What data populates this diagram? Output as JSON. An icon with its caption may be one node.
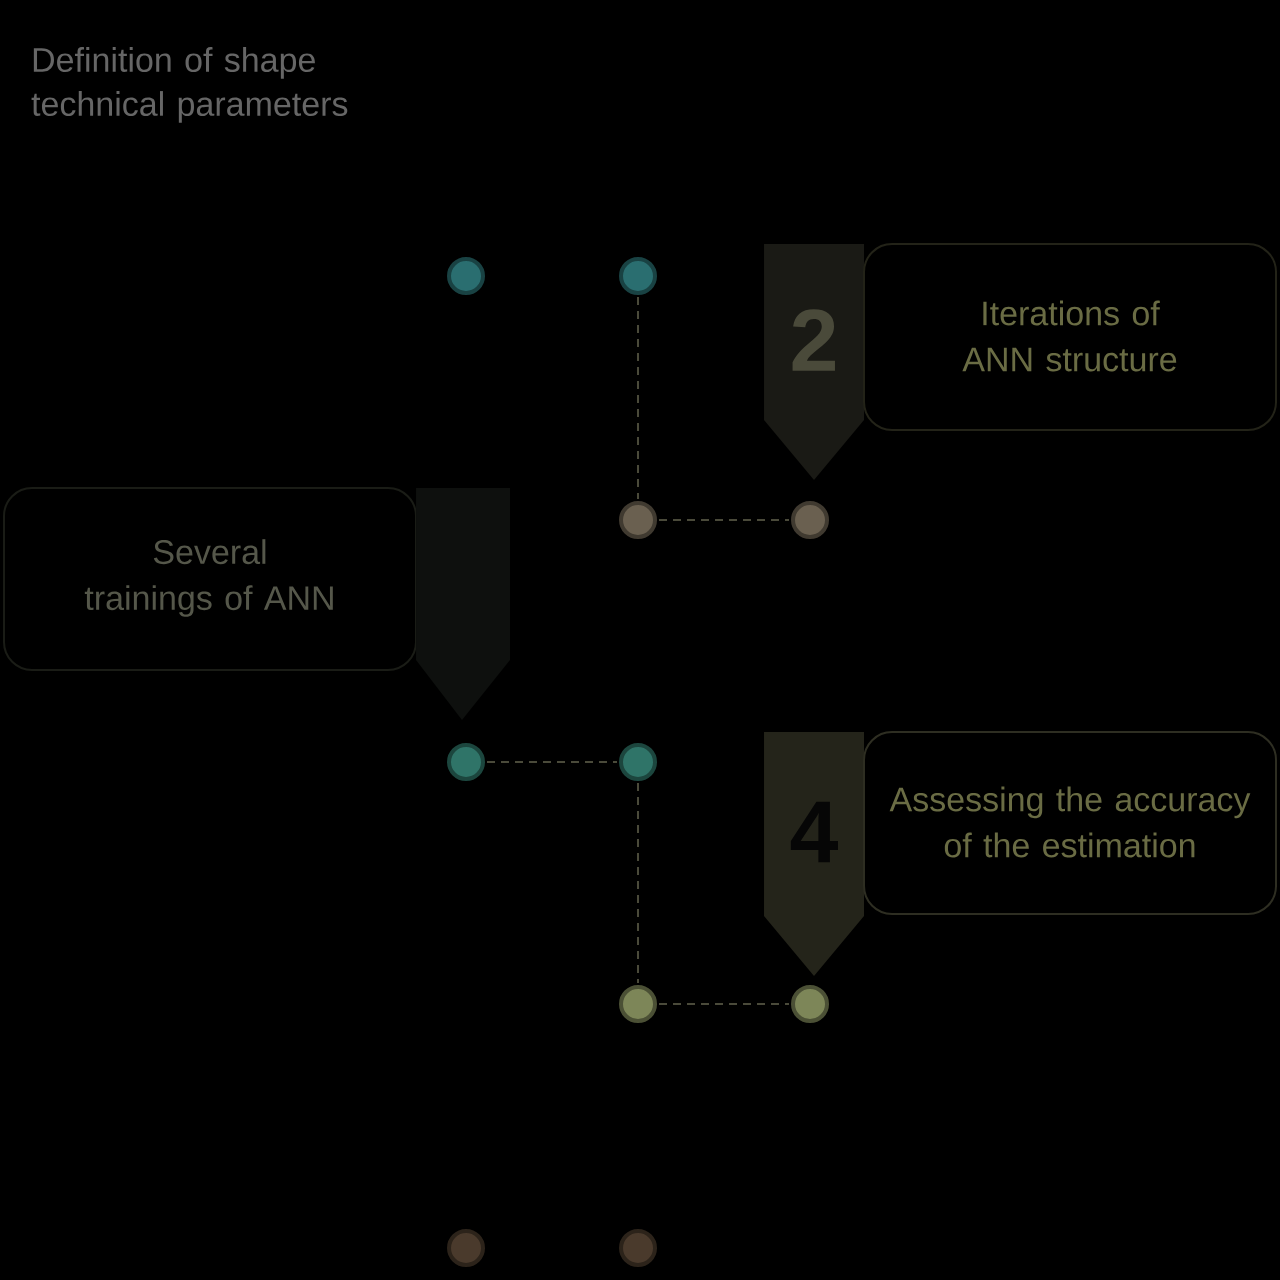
{
  "diagram": {
    "nodes": [
      {
        "text": [],
        "shape": "circle"
      },
      {
        "text": [],
        "shape": "circle"
      },
      {
        "text": [
          "2"
        ]
      },
      {
        "text": [
          "Iterations of ANN structure"
        ]
      },
      {
        "text": [
          "Several trainings of ANN"
        ]
      },
      {
        "text": [],
        "shape": "pentagon"
      },
      {
        "text": [],
        "shape": "circle"
      },
      {
        "text": [],
        "shape": "circle"
      },
      {
        "text": [],
        "shape": "circle"
      },
      {
        "text": [],
        "shape": "circle"
      },
      {
        "text": [
          "4"
        ]
      },
      {
        "text": [
          "Assessing the accuracy of the estimation"
        ]
      },
      {
        "text": [],
        "shape": "circle"
      },
      {
        "text": [],
        "shape": "circle"
      },
      {
        "text": [],
        "shape": "circle"
      },
      {
        "text": [],
        "shape": "circle"
      }
    ],
    "edges": [
      {
        "from": 1,
        "to": 6,
        "arrow": "none"
      },
      {
        "from": 6,
        "to": 7,
        "arrow": "none"
      },
      {
        "from": 8,
        "to": 9,
        "arrow": "none"
      },
      {
        "from": 9,
        "to": 12,
        "arrow": "none"
      },
      {
        "from": 12,
        "to": 13,
        "arrow": "none"
      }
    ],
    "labels": [
      "Definition of shape technical parameters"
    ]
  }
}
